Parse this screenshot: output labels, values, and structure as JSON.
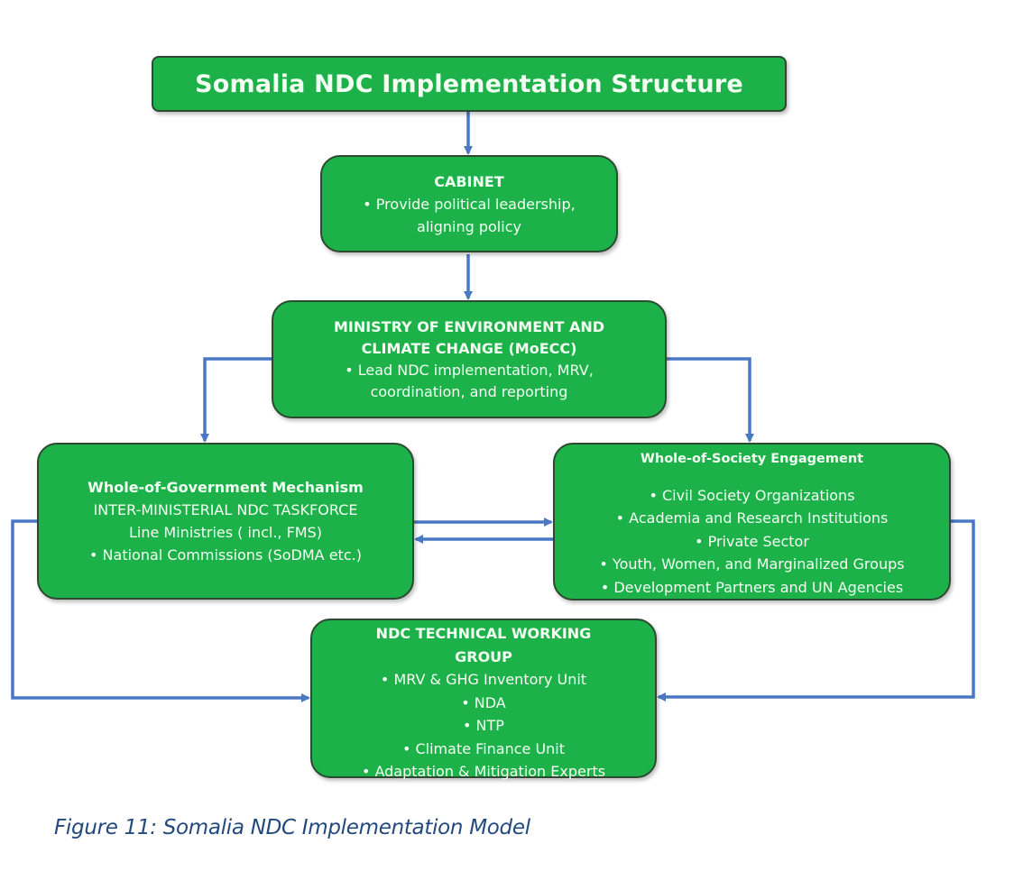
{
  "diagram": {
    "title": "Somalia NDC Implementation Structure",
    "colors": {
      "box_fill": "#1db14a",
      "box_border": "#2b4a2f",
      "box_text": "#f2fff2",
      "arrow": "#4a78c4",
      "caption": "#24497f"
    },
    "nodes": {
      "cabinet": {
        "heading": "CABINET",
        "lines": [
          "• Provide political leadership,",
          "aligning policy"
        ]
      },
      "moecc": {
        "heading_lines": [
          "MINISTRY OF ENVIRONMENT AND",
          "CLIMATE CHANGE (MoECC)"
        ],
        "lines": [
          "• Lead NDC implementation, MRV,",
          "coordination, and reporting"
        ]
      },
      "whole_of_government": {
        "heading": "Whole-of-Government Mechanism",
        "lines": [
          "INTER-MINISTERIAL NDC TASKFORCE",
          "Line Ministries ( incl., FMS)",
          "• National Commissions (SoDMA etc.)"
        ]
      },
      "whole_of_society": {
        "heading": "Whole-of-Society Engagement",
        "lines": [
          "• Civil Society Organizations",
          "• Academia and Research Institutions",
          "• Private Sector",
          "• Youth, Women, and Marginalized Groups",
          "• Development Partners and UN Agencies"
        ]
      },
      "technical_working_group": {
        "heading_lines": [
          "NDC TECHNICAL WORKING",
          "GROUP"
        ],
        "lines": [
          "• MRV & GHG Inventory Unit",
          "•  NDA",
          "•  NTP",
          "•  Climate Finance Unit",
          "•  Adaptation & Mitigation Experts"
        ]
      }
    },
    "edges": [
      {
        "from": "title",
        "to": "cabinet"
      },
      {
        "from": "cabinet",
        "to": "moecc"
      },
      {
        "from": "moecc",
        "to": "whole_of_government"
      },
      {
        "from": "moecc",
        "to": "whole_of_society"
      },
      {
        "from": "whole_of_government",
        "to": "whole_of_society"
      },
      {
        "from": "whole_of_society",
        "to": "whole_of_government"
      },
      {
        "from": "whole_of_government",
        "to": "technical_working_group"
      },
      {
        "from": "whole_of_society",
        "to": "technical_working_group"
      }
    ]
  },
  "caption": "Figure 11: Somalia NDC Implementation Model"
}
